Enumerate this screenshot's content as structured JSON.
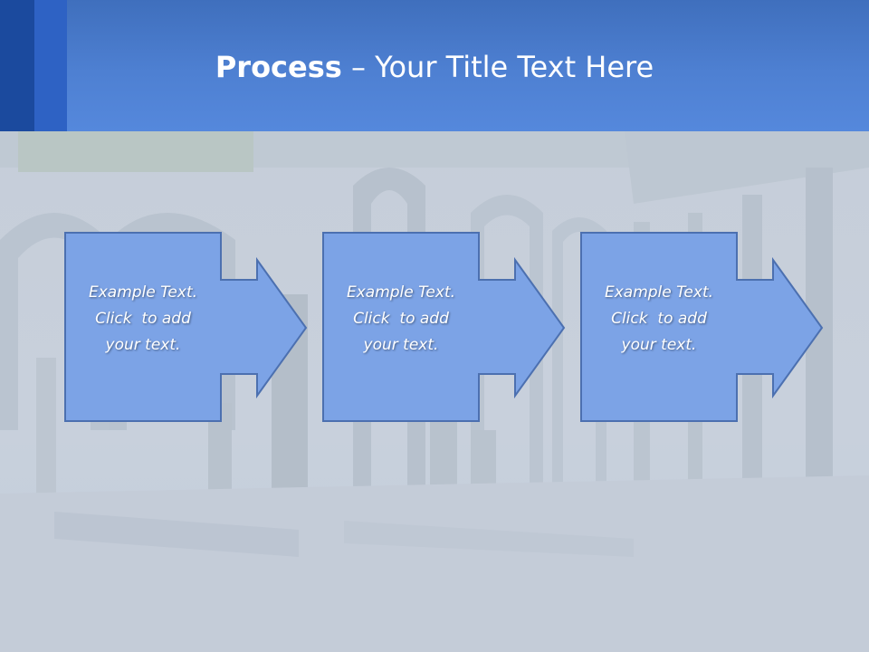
{
  "title": {
    "bold": "Process",
    "rest": " – Your Title Text Here"
  },
  "colors": {
    "header": "#4e80d2",
    "header_dark_bar": "#1b4a9e",
    "header_mid_bar": "#2e62c4",
    "box_fill": "#7ca3e6",
    "box_stroke": "#4c70b0",
    "text": "#ffffff"
  },
  "steps": [
    {
      "line1": "Example Text.",
      "line2": "Click  to add",
      "line3": "your text."
    },
    {
      "line1": "Example Text.",
      "line2": "Click  to add",
      "line3": "your text."
    },
    {
      "line1": "Example Text.",
      "line2": "Click  to add",
      "line3": "your text."
    }
  ]
}
